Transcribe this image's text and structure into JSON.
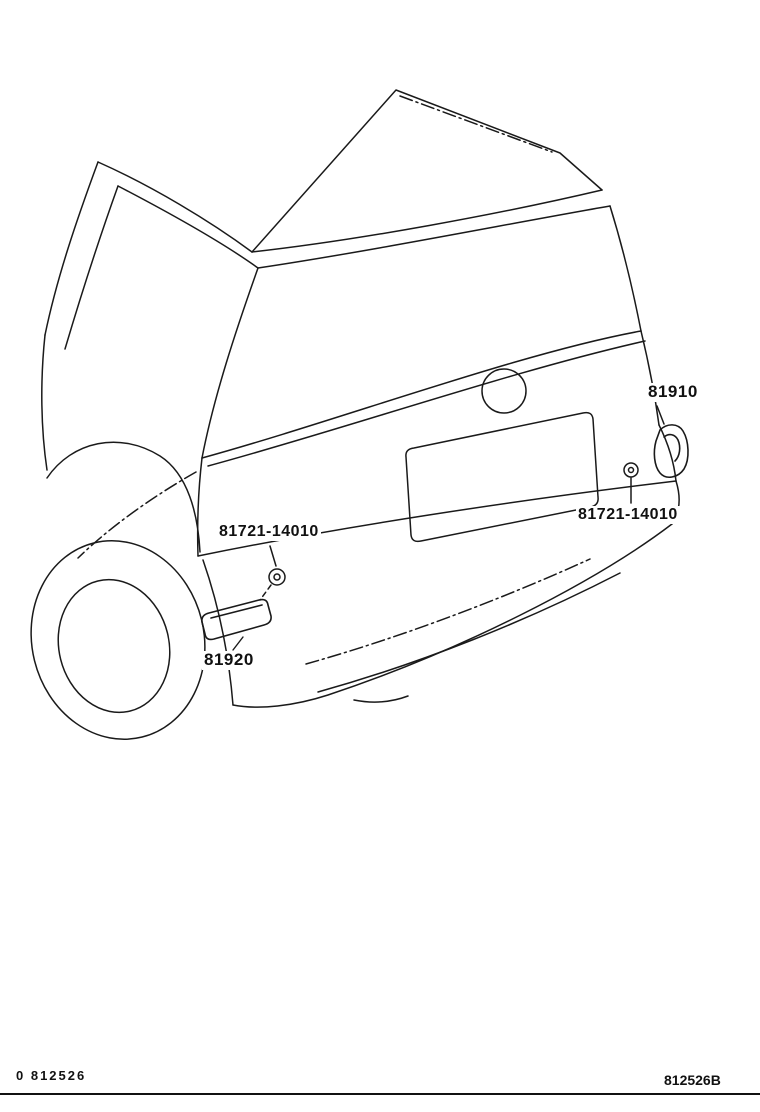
{
  "diagram": {
    "drawing": "car-rear-three-quarter-line-art",
    "colors": {
      "line": "#1a1a1a",
      "background": "#ffffff"
    },
    "labels": [
      {
        "part": "81910",
        "text": "81910"
      },
      {
        "part": "81721-14010",
        "text": "81721-14010"
      },
      {
        "part": "81721-14010",
        "text": "81721-14010"
      },
      {
        "part": "81920",
        "text": "81920"
      }
    ],
    "footer_left": "0 812526",
    "footer_right": "812526B"
  }
}
